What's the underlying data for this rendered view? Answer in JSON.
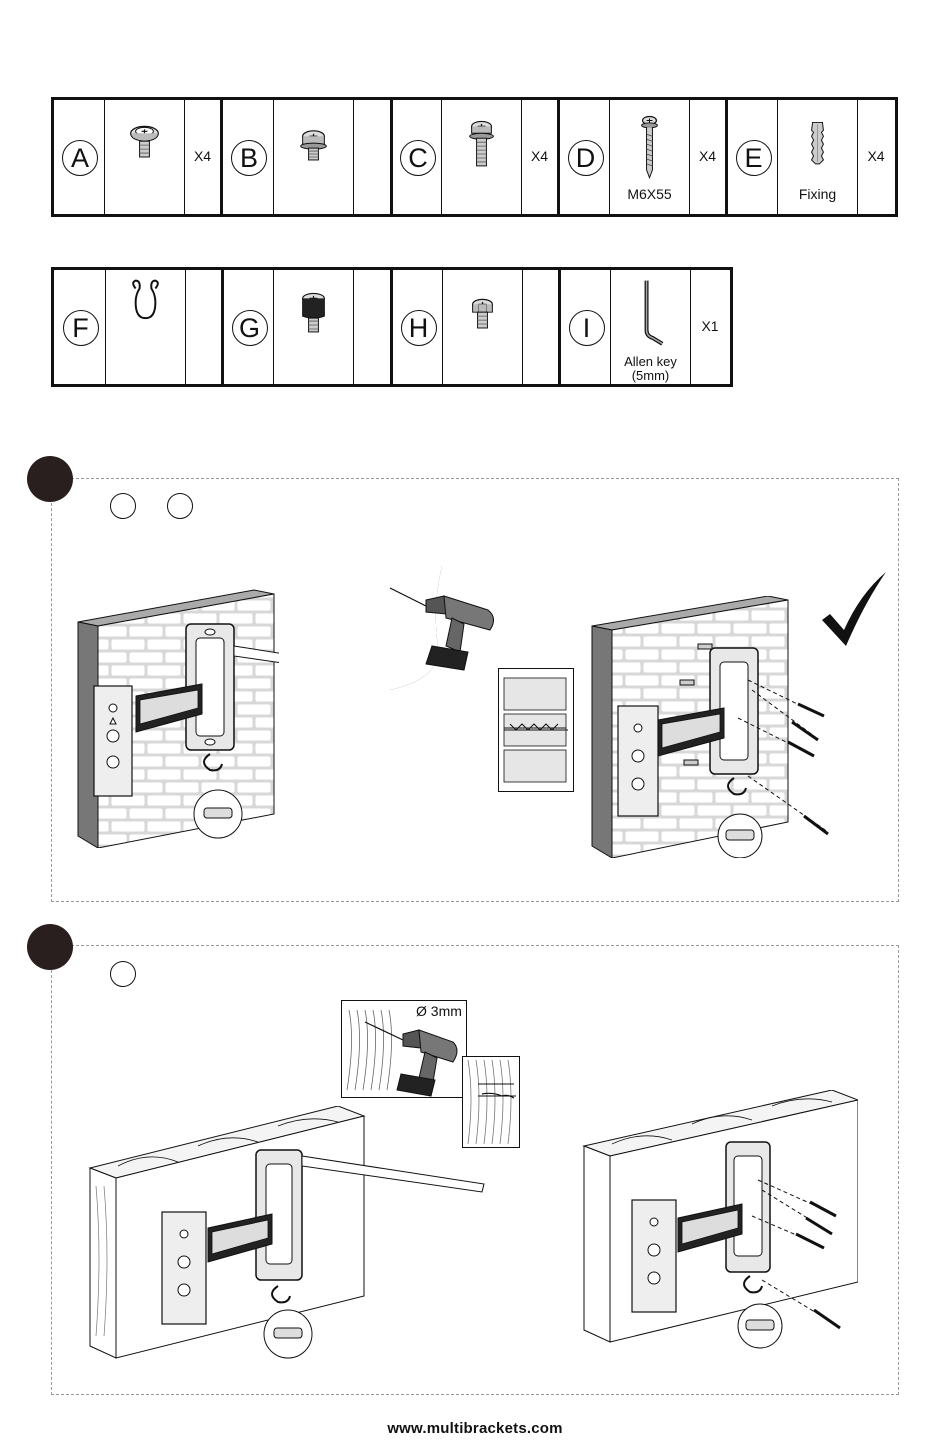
{
  "parts_row1": [
    {
      "letter": "A",
      "qty": "X4",
      "label": ""
    },
    {
      "letter": "B",
      "qty": "",
      "label": ""
    },
    {
      "letter": "C",
      "qty": "X4",
      "label": ""
    },
    {
      "letter": "D",
      "qty": "X4",
      "label": "M6X55"
    },
    {
      "letter": "E",
      "qty": "X4",
      "label": "Fixing"
    }
  ],
  "parts_row2": [
    {
      "letter": "F",
      "qty": "",
      "label": ""
    },
    {
      "letter": "G",
      "qty": "",
      "label": ""
    },
    {
      "letter": "H",
      "qty": "",
      "label": ""
    },
    {
      "letter": "I",
      "qty": "X1",
      "label_line1": "Allen key",
      "label_line2": "(5mm)"
    }
  ],
  "step2": {
    "drill_size": "Ø 3mm"
  },
  "footer": {
    "url": "www.multibrackets.com"
  }
}
